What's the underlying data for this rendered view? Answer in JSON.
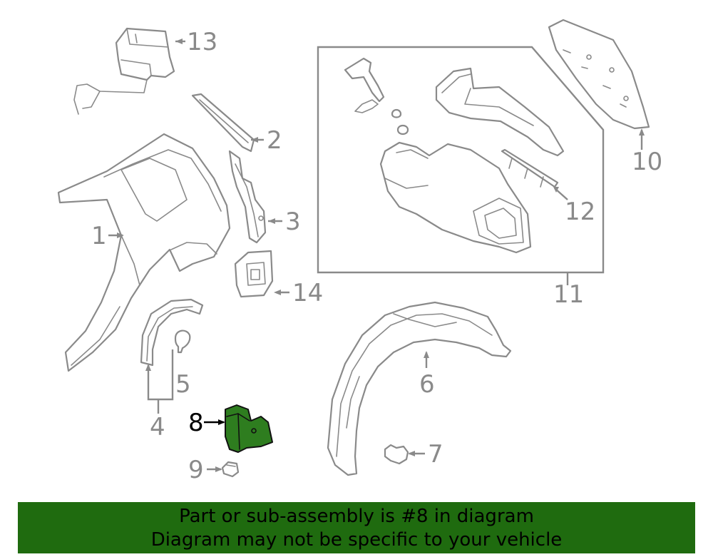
{
  "callouts": [
    "1",
    "2",
    "3",
    "4",
    "5",
    "6",
    "7",
    "8",
    "9",
    "10",
    "11",
    "12",
    "13",
    "14"
  ],
  "highlight_callout": "8",
  "colors": {
    "banner": "#1f6b0f",
    "highlight": "#2e7d1f",
    "linework": "#8a8a8a"
  },
  "banner": {
    "line1": "Part or sub-assembly is #8 in diagram",
    "line2": "Diagram may not be specific to your vehicle"
  }
}
